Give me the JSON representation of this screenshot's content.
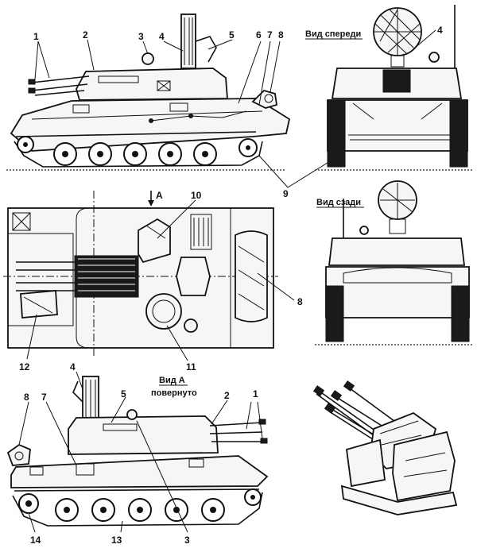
{
  "views": {
    "front": "Вид спереди",
    "rear": "Вид сзади",
    "view_a": "Вид А",
    "rotated": "повернуто",
    "arrow": "А"
  },
  "callouts": {
    "n1": "1",
    "n2": "2",
    "n3": "3",
    "n4": "4",
    "n5": "5",
    "n6": "6",
    "n7": "7",
    "n8": "8",
    "n9": "9",
    "n10": "10",
    "n11": "11",
    "n12": "12",
    "n13": "13",
    "n14": "14"
  }
}
